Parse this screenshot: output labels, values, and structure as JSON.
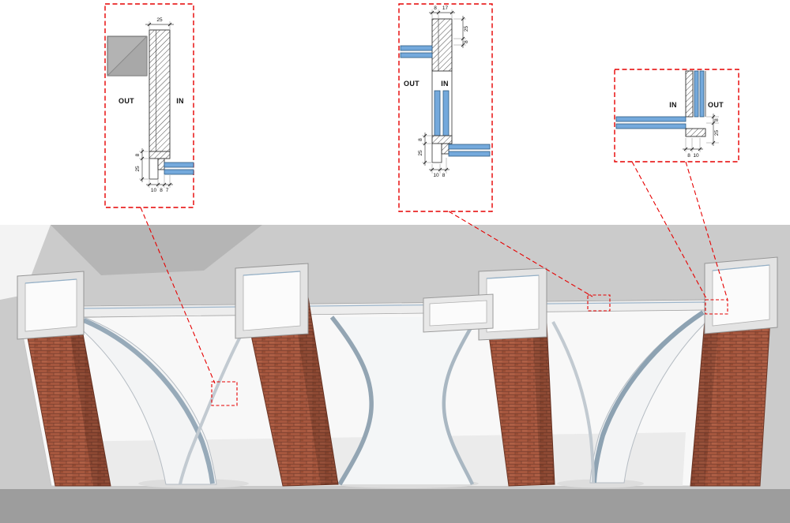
{
  "colors": {
    "callout_red": "#e60000",
    "glass_blue": "#74a9dc",
    "glass_blue_edge": "#2f5a80",
    "ground_gray": "#cbcbcb",
    "ground_dark_gray": "#9d9d9d",
    "backdrop_gray": "#b5b5b5",
    "brick": "#a6573e",
    "brick_mortar": "#7b4030"
  },
  "details": [
    {
      "name": "corner-detail-left",
      "label_out": "OUT",
      "label_in": "IN",
      "dim_top": "25",
      "dim_side_a": "8",
      "dim_side_b": "25",
      "dims_bottom": [
        "10",
        "8",
        "7"
      ]
    },
    {
      "name": "wall-junction-detail-middle",
      "label_out": "OUT",
      "label_in": "IN",
      "dims_top": [
        "8",
        "17"
      ],
      "dim_right_a": "25",
      "dim_right_b": "8",
      "dim_side_a": "8",
      "dim_side_b": "25",
      "dims_bottom": [
        "10",
        "8"
      ]
    },
    {
      "name": "corner-detail-right",
      "label_in": "IN",
      "label_out": "OUT",
      "dim_right_a": "8",
      "dim_right_b": "25",
      "dims_bottom": [
        "8",
        "10"
      ]
    }
  ]
}
